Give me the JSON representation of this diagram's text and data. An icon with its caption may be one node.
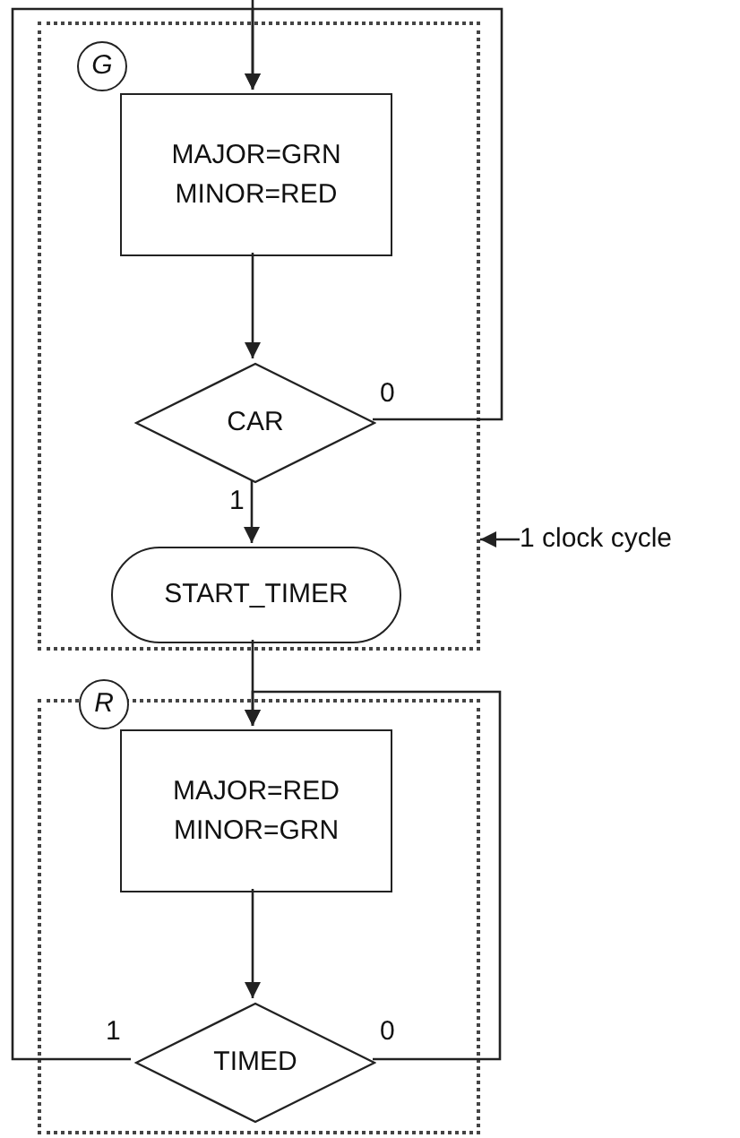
{
  "diagram": {
    "nodes": [
      {
        "text": [],
        "shape": "box"
      },
      {
        "text": [
          "G"
        ],
        "in": 0
      },
      {
        "text": [
          "MAJOR=GRN",
          "MINOR=RED"
        ],
        "in": 0
      },
      {
        "text": [
          "CAR"
        ],
        "in": 0
      },
      {
        "text": [
          "START_TIMER"
        ],
        "in": 0
      },
      {
        "text": [],
        "shape": "box"
      },
      {
        "text": [
          "R"
        ],
        "in": 5
      },
      {
        "text": [
          "MAJOR=RED",
          "MINOR=GRN"
        ],
        "in": 5
      },
      {
        "text": [
          "TIMED"
        ],
        "in": 5
      },
      {
        "text": [
          "1 clock cycle"
        ]
      }
    ],
    "edges": [
      {
        "from": 3,
        "to": 2,
        "arrow": "to",
        "label": "0"
      },
      {
        "from": 8,
        "to": 2,
        "arrow": "to",
        "label": "1"
      },
      {
        "from": 2,
        "to": 3,
        "arrow": "to"
      },
      {
        "from": 3,
        "to": 4,
        "arrow": "to",
        "label": "1"
      },
      {
        "from": 4,
        "to": 7,
        "arrow": "to"
      },
      {
        "from": 7,
        "to": 8,
        "arrow": "to"
      },
      {
        "from": 8,
        "to": 7,
        "arrow": "to",
        "label": "0"
      },
      {
        "from": 9,
        "to": 0,
        "arrow": "to"
      }
    ]
  }
}
